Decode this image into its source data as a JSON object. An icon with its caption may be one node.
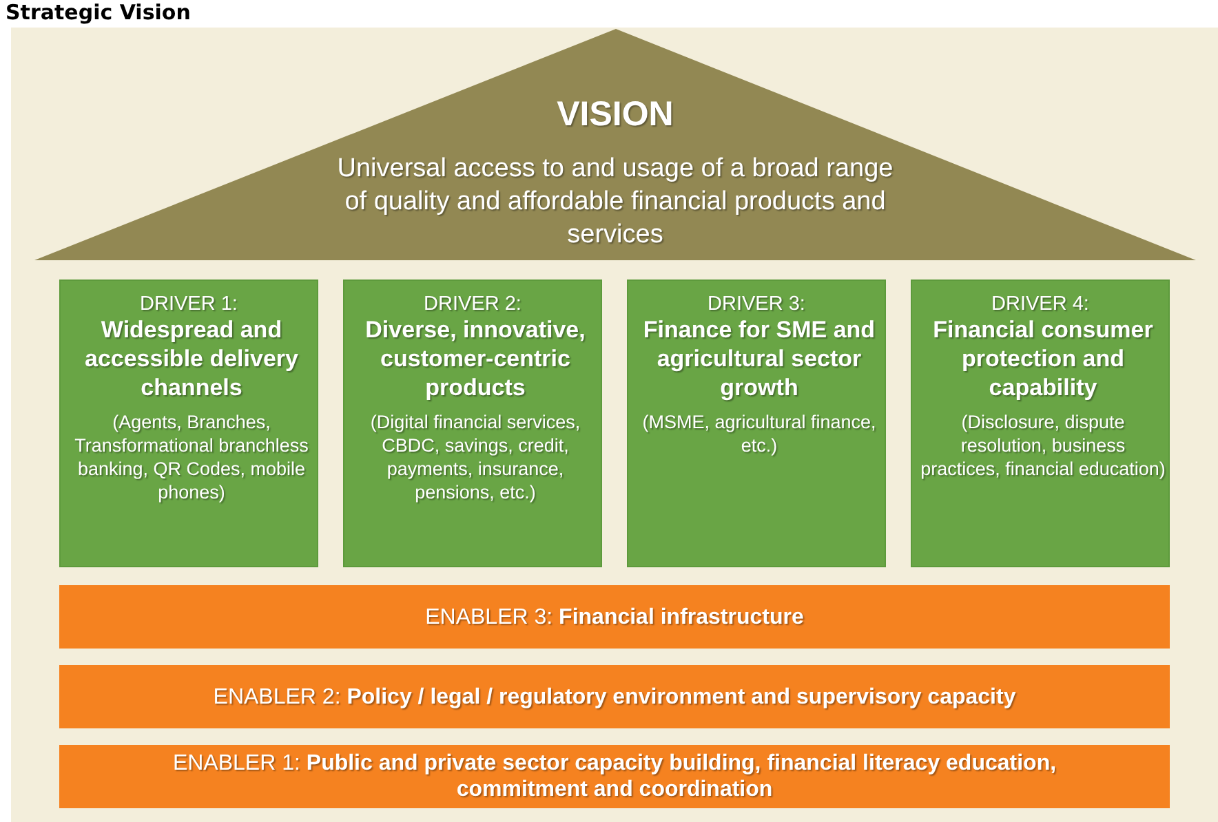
{
  "diagram": {
    "title": "Strategic Vision",
    "nodes": [
      {
        "text": [
          "VISION",
          "Universal access to and usage of a broad range of quality and affordable financial products  and services"
        ]
      },
      {
        "text": [
          "DRIVER 1:",
          "Widespread and accessible delivery channels",
          "(Agents,  Branches, Transformational branchless banking, QR Codes, mobile phones)"
        ]
      },
      {
        "text": [
          "DRIVER 2:",
          "Diverse, innovative, customer-centric products",
          "(Digital financial services, CBDC, savings, credit, payments, insurance, pensions, etc.)"
        ]
      },
      {
        "text": [
          "DRIVER 3:",
          "Finance for SME and agricultural sector  growth",
          "(MSME, agricultural finance, etc.)"
        ]
      },
      {
        "text": [
          "DRIVER 4:",
          "Financial consumer protection and capability",
          "(Disclosure, dispute resolution,  business practices, financial education)"
        ]
      },
      {
        "text": [
          "ENABLER 3: **Financial infrastructure**"
        ]
      },
      {
        "text": [
          "ENABLER 2: **Policy / legal / regulatory environment and supervisory capacity**"
        ]
      },
      {
        "text": [
          "ENABLER 1: **Public and private  sector  capacity building, financial literacy education, commitment and coordination**"
        ]
      }
    ]
  }
}
